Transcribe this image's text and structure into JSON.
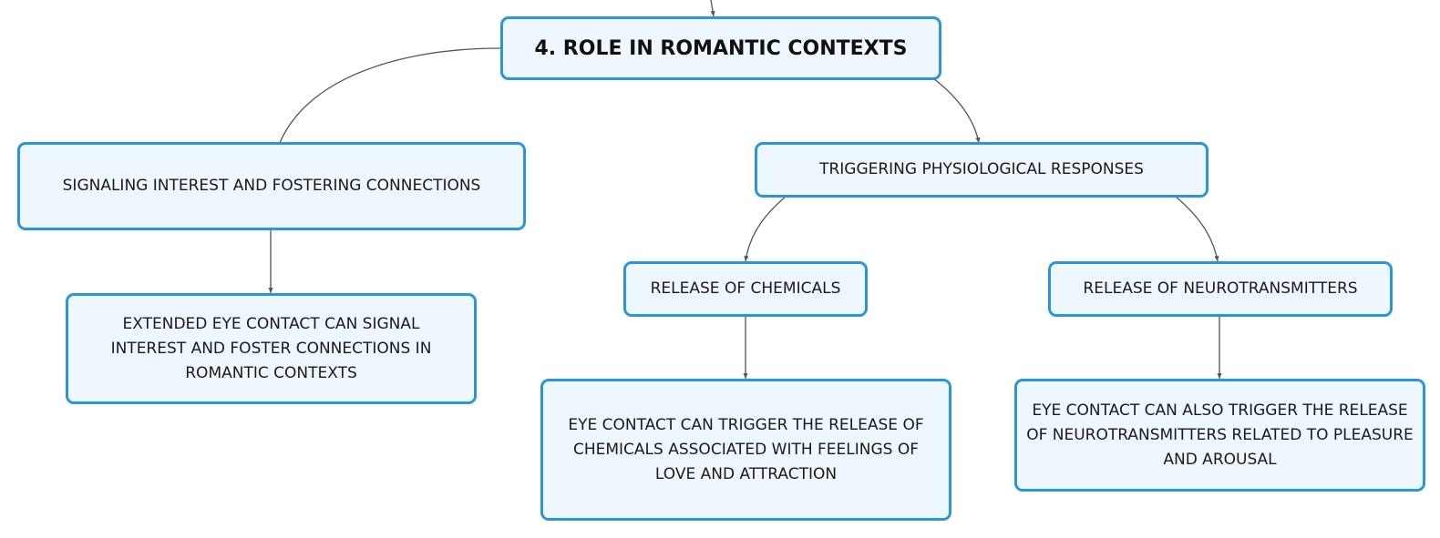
{
  "theme": {
    "node_fill": "#eef7fd",
    "node_border": "#2b95db",
    "connector": "#555555"
  },
  "nodes": {
    "root": "4. ROLE IN ROMANTIC CONTEXTS",
    "signaling": "SIGNALING INTEREST AND FOSTERING CONNECTIONS",
    "signaling_detail": "EXTENDED EYE CONTACT CAN SIGNAL INTEREST AND FOSTER CONNECTIONS IN ROMANTIC CONTEXTS",
    "triggering": "TRIGGERING PHYSIOLOGICAL RESPONSES",
    "chemicals": "RELEASE OF CHEMICALS",
    "chemicals_detail": "EYE CONTACT CAN TRIGGER THE RELEASE OF CHEMICALS ASSOCIATED WITH FEELINGS OF LOVE AND ATTRACTION",
    "neuro": "RELEASE OF NEUROTRANSMITTERS",
    "neuro_detail": "EYE CONTACT CAN ALSO TRIGGER THE RELEASE OF NEUROTRANSMITTERS RELATED TO PLEASURE AND AROUSAL"
  }
}
